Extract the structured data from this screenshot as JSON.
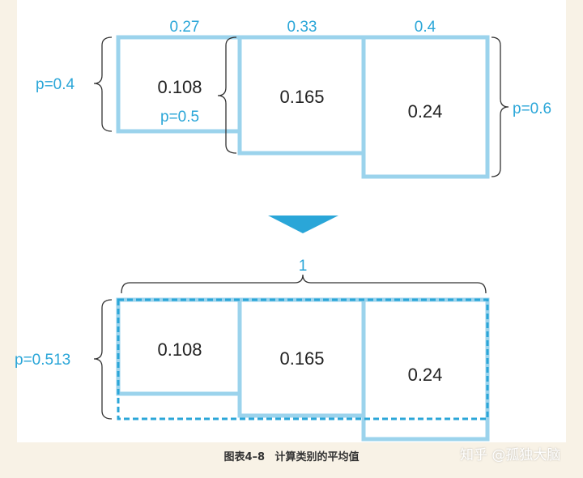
{
  "top": {
    "widths": [
      "0.27",
      "0.33",
      "0.4"
    ],
    "probs": [
      "p=0.4",
      "p=0.5",
      "p=0.6"
    ],
    "values": [
      "0.108",
      "0.165",
      "0.24"
    ]
  },
  "bottom": {
    "total_width": "1",
    "prob": "p=0.513",
    "values": [
      "0.108",
      "0.165",
      "0.24"
    ]
  },
  "caption": {
    "figure": "图表4–8",
    "title": "计算类别的平均值"
  },
  "watermark": "知乎 @孤独大脑",
  "colors": {
    "accent": "#2aa6d8",
    "frame": "#9bd3ec",
    "dashed": "#2aa6d8"
  }
}
